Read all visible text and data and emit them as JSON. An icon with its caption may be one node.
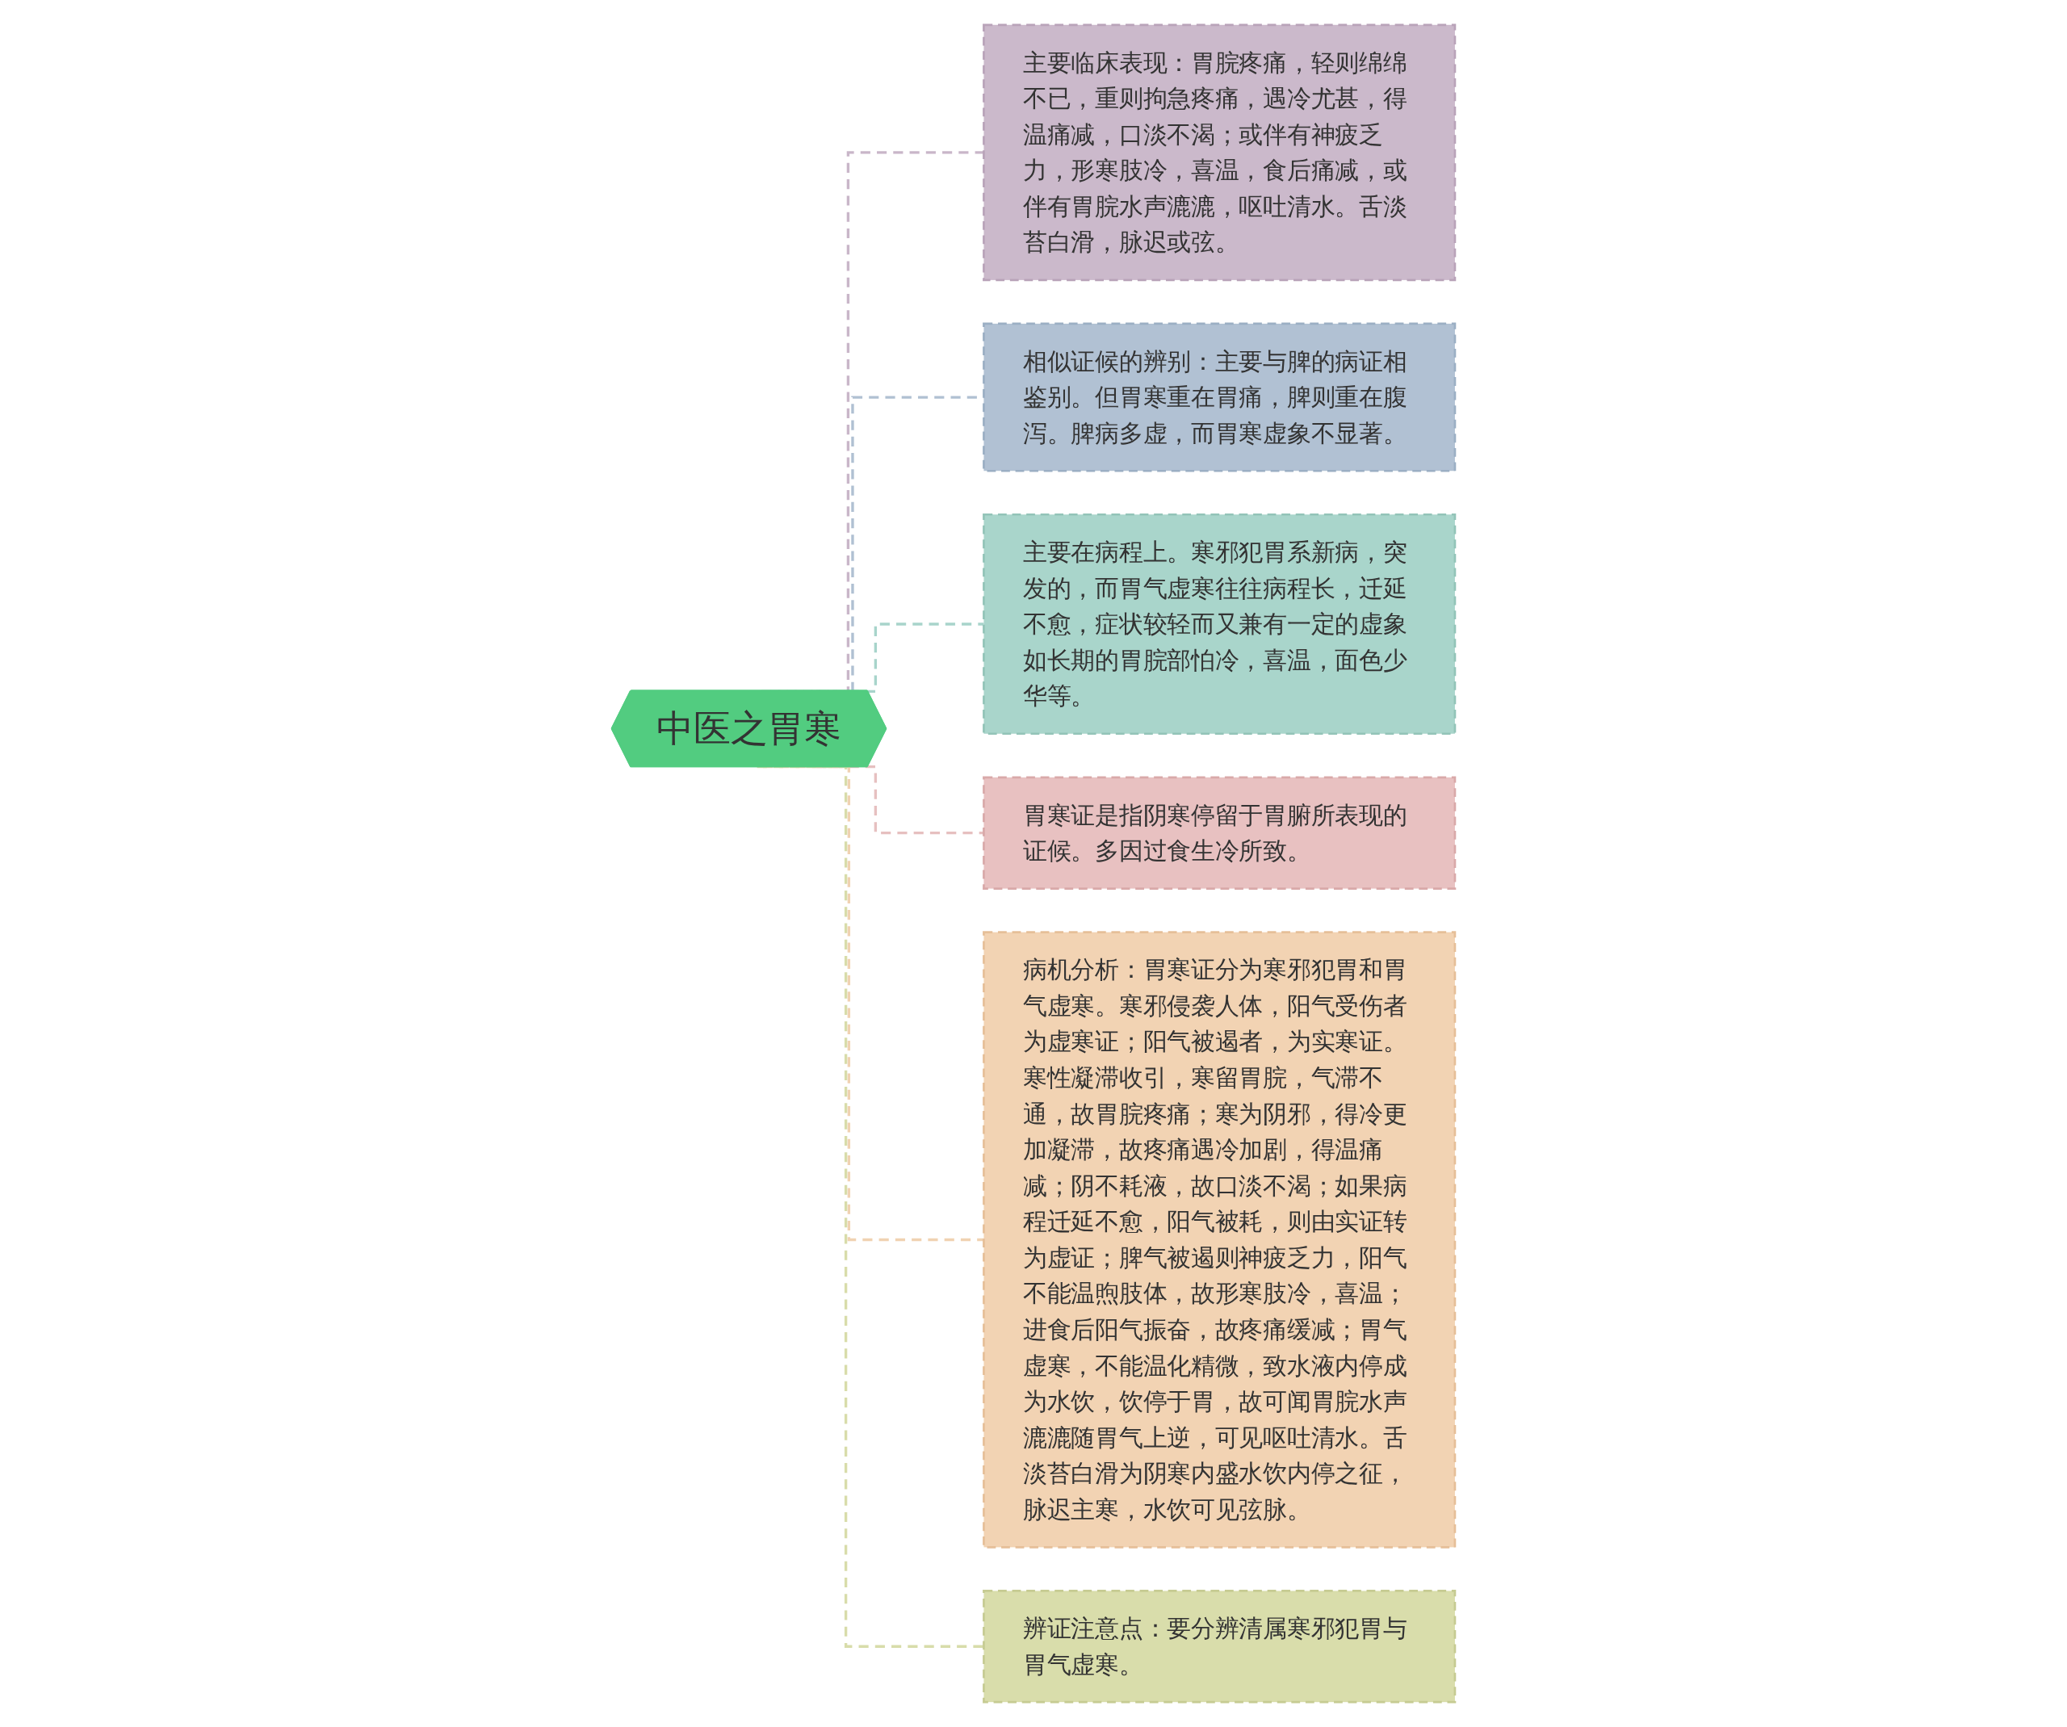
{
  "diagram": {
    "nodes": [
      {
        "text": [
          "中医之胃寒"
        ]
      },
      {
        "text": [
          "主要临床表现：胃脘疼痛，轻则绵绵不已，重则拘急疼痛，遇冷尤甚，得温痛减，口淡不渴；或伴有神疲乏力，形寒肢冷，喜温，食后痛减，或伴有胃脘水声漉漉，呕吐清水。舌淡苔白滑，脉迟或弦。"
        ]
      },
      {
        "text": [
          "相似证候的辨别：主要与脾的病证相鉴别。但胃寒重在胃痛，脾则重在腹泻。脾病多虚，而胃寒虚象不显著。"
        ]
      },
      {
        "text": [
          "主要在病程上。寒邪犯胃系新病，突发的，而胃气虚寒往往病程长，迁延不愈，症状较轻而又兼有一定的虚象如长期的胃脘部怕冷，喜温，面色少华等。"
        ]
      },
      {
        "text": [
          "胃寒证是指阴寒停留于胃腑所表现的证候。多因过食生冷所致。"
        ]
      },
      {
        "text": [
          "病机分析：胃寒证分为寒邪犯胃和胃气虚寒。寒邪侵袭人体，阳气受伤者为虚寒证；阳气被遏者，为实寒证。寒性凝滞收引，寒留胃脘，气滞不通，故胃脘疼痛；寒为阴邪，得冷更加凝滞，故疼痛遇冷加剧，得温痛减；阴不耗液，故口淡不渴；如果病程迁延不愈，阳气被耗，则由实证转为虚证；脾气被遏则神疲乏力，阳气不能温煦肢体，故形寒肢冷，喜温；进食后阳气振奋，故疼痛缓减；胃气虚寒，不能温化精微，致水液内停成为水饮，饮停于胃，故可闻胃脘水声漉漉随胃气上逆，可见呕吐清水。舌淡苔白滑为阴寒内盛水饮内停之征，脉迟主寒，水饮可见弦脉。"
        ]
      },
      {
        "text": [
          "辨证注意点：要分辨清属寒邪犯胃与胃气虚寒。"
        ]
      }
    ],
    "edges": [
      {
        "from": 0,
        "to": 1,
        "arrow": "none",
        "style": "dashed",
        "color": "#c9b6c9"
      },
      {
        "from": 0,
        "to": 2,
        "arrow": "none",
        "style": "dashed",
        "color": "#b0c0d2"
      },
      {
        "from": 0,
        "to": 3,
        "arrow": "none",
        "style": "dashed",
        "color": "#a8d4cb"
      },
      {
        "from": 0,
        "to": 4,
        "arrow": "none",
        "style": "dashed",
        "color": "#e6c0c0"
      },
      {
        "from": 0,
        "to": 5,
        "arrow": "none",
        "style": "dashed",
        "color": "#f0d2b2"
      },
      {
        "from": 0,
        "to": 6,
        "arrow": "none",
        "style": "dashed",
        "color": "#d8dcaa"
      }
    ]
  }
}
